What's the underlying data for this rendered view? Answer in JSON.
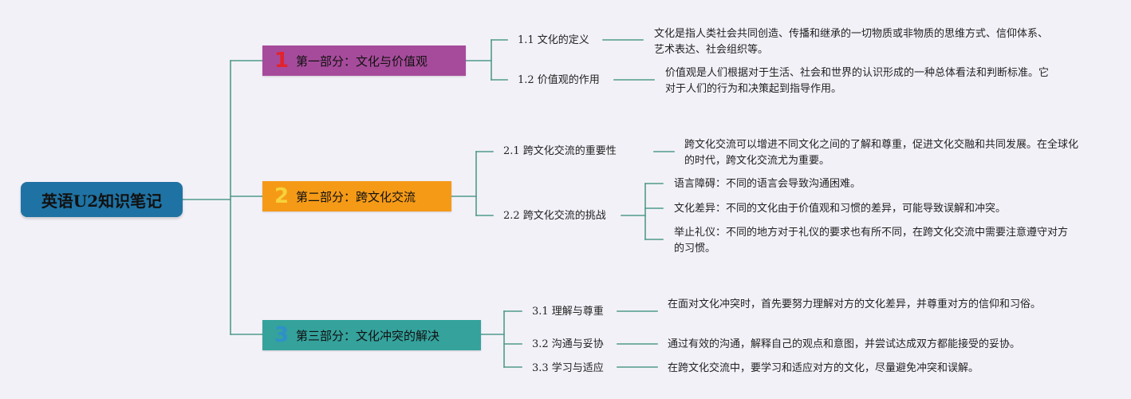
{
  "root": {
    "label": "英语U2知识笔记",
    "color": "#1f73a4"
  },
  "colors": {
    "line": "#4f9a8a",
    "part1": "#a64b9b",
    "part2": "#f59a17",
    "part3": "#35a29c",
    "num1": "#e2232c",
    "num2": "#f7d23a",
    "num3": "#2f8fcb"
  },
  "parts": [
    {
      "number": "1",
      "title": "第一部分：文化与价值观",
      "subs": [
        {
          "label": "1.1 文化的定义",
          "text": "文化是指人类社会共同创造、传播和继承的一切物质或非物质的思维方式、信仰体系、艺术表达、社会组织等。"
        },
        {
          "label": "1.2 价值观的作用",
          "text": "价值观是人们根据对于生活、社会和世界的认识形成的一种总体看法和判断标准。它对于人们的行为和决策起到指导作用。"
        }
      ]
    },
    {
      "number": "2",
      "title": "第二部分：跨文化交流",
      "subs": [
        {
          "label": "2.1 跨文化交流的重要性",
          "text": "跨文化交流可以增进不同文化之间的了解和尊重，促进文化交融和共同发展。在全球化的时代，跨文化交流尤为重要。"
        },
        {
          "label": "2.2 跨文化交流的挑战",
          "items": [
            "语言障碍：不同的语言会导致沟通困难。",
            "文化差异：不同的文化由于价值观和习惯的差异，可能导致误解和冲突。",
            "举止礼仪：不同的地方对于礼仪的要求也有所不同，在跨文化交流中需要注意遵守对方的习惯。"
          ]
        }
      ]
    },
    {
      "number": "3",
      "title": "第三部分：文化冲突的解决",
      "subs": [
        {
          "label": "3.1 理解与尊重",
          "text": "在面对文化冲突时，首先要努力理解对方的文化差异，并尊重对方的信仰和习俗。"
        },
        {
          "label": "3.2 沟通与妥协",
          "text": "通过有效的沟通，解释自己的观点和意图，并尝试达成双方都能接受的妥协。"
        },
        {
          "label": "3.3 学习与适应",
          "text": "在跨文化交流中，要学习和适应对方的文化，尽量避免冲突和误解。"
        }
      ]
    }
  ]
}
